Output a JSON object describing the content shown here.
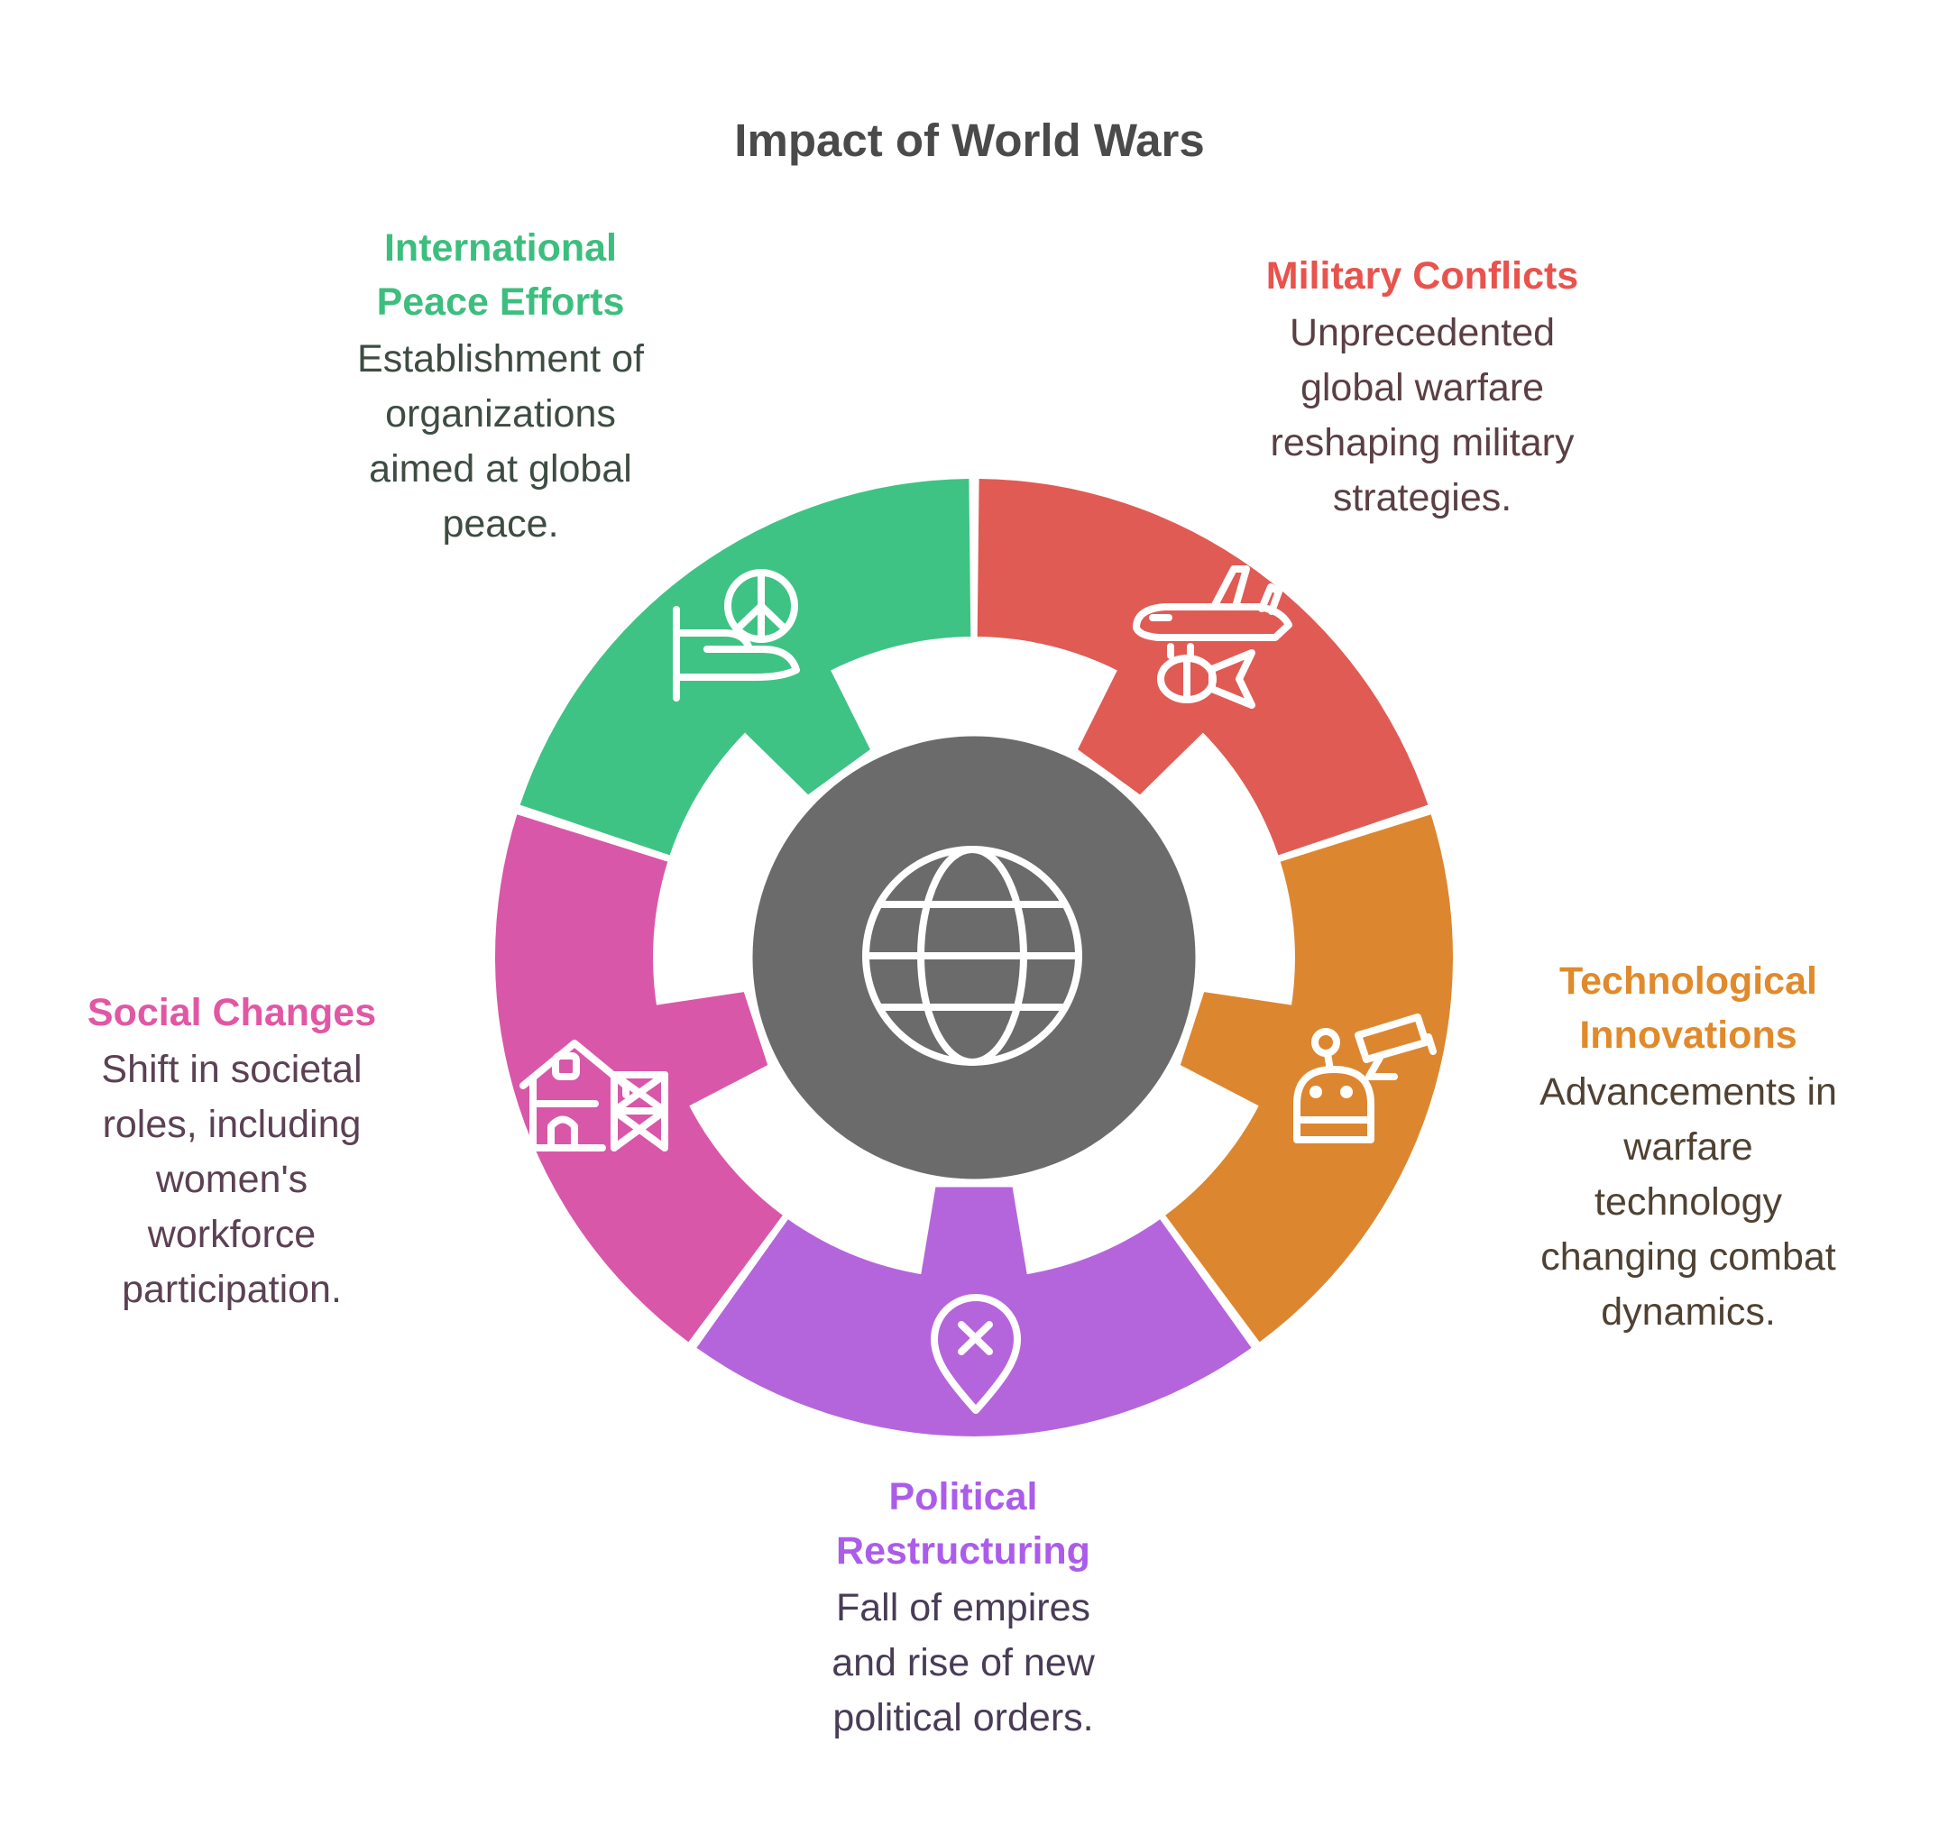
{
  "title": {
    "text": "Impact of World Wars",
    "color": "#4A4A4A"
  },
  "center_hub": {
    "fill": "#6B6B6B",
    "icon": "globe-icon",
    "icon_color": "#FFFFFF"
  },
  "segments": [
    {
      "name": "International Peace Efforts",
      "heading": [
        "International",
        "Peace Efforts"
      ],
      "body": [
        "Establishment of",
        "organizations",
        "aimed at global",
        "peace."
      ],
      "slice_color": "#3EC385",
      "heading_color": "#3DBE7E",
      "body_color": "#3E4C42",
      "icon": "peace-offering-icon",
      "position": "top-left"
    },
    {
      "name": "Military Conflicts",
      "heading": [
        "Military Conflicts"
      ],
      "body": [
        "Unprecedented",
        "global warfare",
        "reshaping military",
        "strategies."
      ],
      "slice_color": "#E05B54",
      "heading_color": "#E8534D",
      "body_color": "#5A3F44",
      "icon": "bomber-plane-icon",
      "position": "top-right"
    },
    {
      "name": "Technological Innovations",
      "heading": [
        "Technological",
        "Innovations"
      ],
      "body": [
        "Advancements in",
        "warfare",
        "technology",
        "changing combat",
        "dynamics."
      ],
      "slice_color": "#DD8630",
      "heading_color": "#E08A2B",
      "body_color": "#4F4233",
      "icon": "surveillance-camera-icon",
      "position": "right"
    },
    {
      "name": "Political Restructuring",
      "heading": [
        "Political",
        "Restructuring"
      ],
      "body": [
        "Fall of empires",
        "and rise of new",
        "political orders."
      ],
      "slice_color": "#B565DB",
      "heading_color": "#AC5CEA",
      "body_color": "#493C56",
      "icon": "location-pin-x-icon",
      "position": "bottom"
    },
    {
      "name": "Social Changes",
      "heading": [
        "Social Changes"
      ],
      "body": [
        "Shift in societal",
        "roles, including",
        "women's",
        "workforce",
        "participation."
      ],
      "slice_color": "#D957A8",
      "heading_color": "#E157A4",
      "body_color": "#5B4153",
      "icon": "construction-house-icon",
      "position": "left"
    }
  ]
}
